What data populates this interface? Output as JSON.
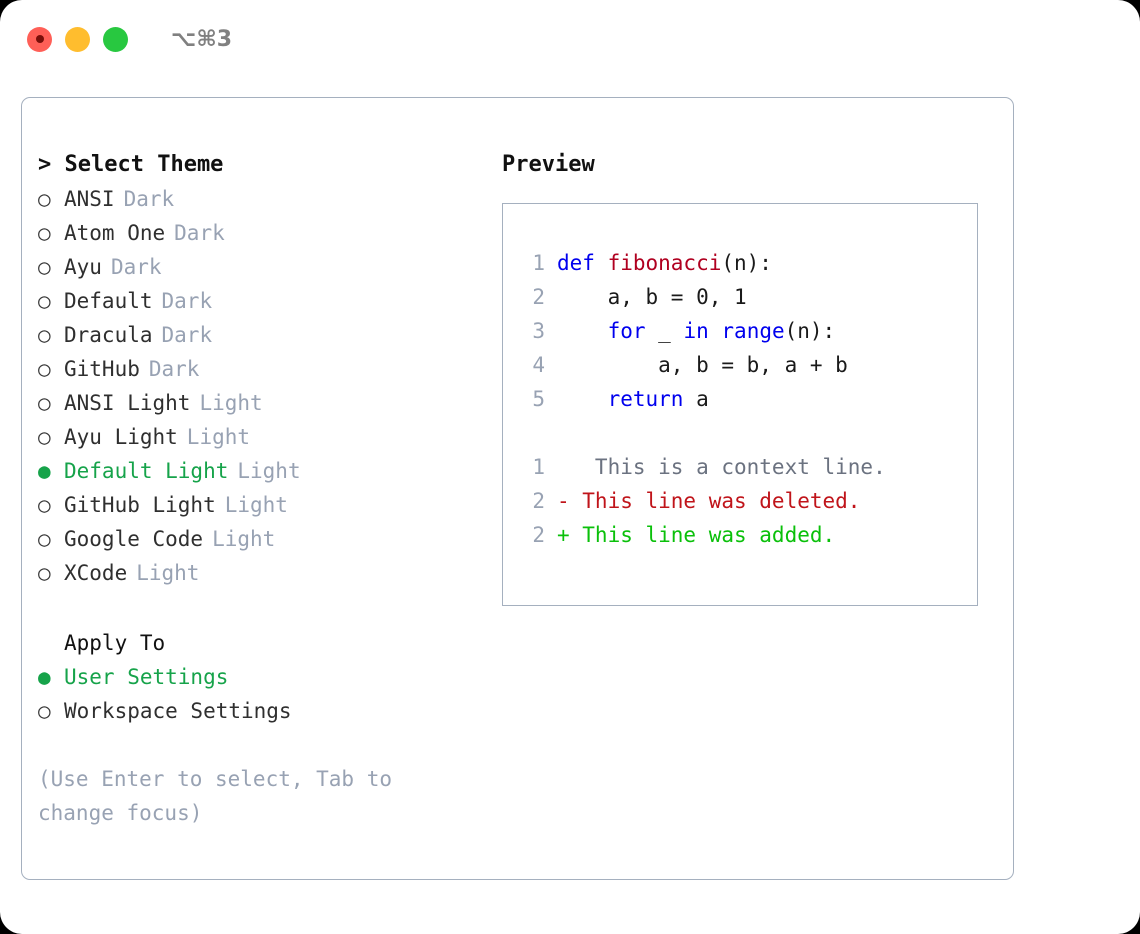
{
  "titlebar": {
    "shortcut": "⌥⌘3",
    "lights": [
      {
        "name": "close",
        "color": "#ff5f57"
      },
      {
        "name": "minimize",
        "color": "#ffbd2e"
      },
      {
        "name": "maximize",
        "color": "#28c840"
      }
    ]
  },
  "theme_picker": {
    "header": "> Select Theme",
    "marker_unselected": "○",
    "marker_selected": "●",
    "items": [
      {
        "label": "ANSI",
        "category": "Dark",
        "selected": false
      },
      {
        "label": "Atom One",
        "category": "Dark",
        "selected": false
      },
      {
        "label": "Ayu",
        "category": "Dark",
        "selected": false
      },
      {
        "label": "Default",
        "category": "Dark",
        "selected": false
      },
      {
        "label": "Dracula",
        "category": "Dark",
        "selected": false
      },
      {
        "label": "GitHub",
        "category": "Dark",
        "selected": false
      },
      {
        "label": "ANSI Light",
        "category": "Light",
        "selected": false
      },
      {
        "label": "Ayu Light",
        "category": "Light",
        "selected": false
      },
      {
        "label": "Default Light",
        "category": "Light",
        "selected": true
      },
      {
        "label": "GitHub Light",
        "category": "Light",
        "selected": false
      },
      {
        "label": "Google Code",
        "category": "Light",
        "selected": false
      },
      {
        "label": "XCode",
        "category": "Light",
        "selected": false
      }
    ]
  },
  "apply_to": {
    "title": "Apply To",
    "items": [
      {
        "label": "User Settings",
        "selected": true
      },
      {
        "label": "Workspace Settings",
        "selected": false
      }
    ]
  },
  "hint": "(Use Enter to select, Tab to change focus)",
  "preview": {
    "title": "Preview",
    "code_lines": [
      {
        "no": "1",
        "tokens": [
          {
            "t": "def ",
            "k": "kw"
          },
          {
            "t": "fibonacci",
            "k": "fn"
          },
          {
            "t": "(n):",
            "k": "plain"
          }
        ]
      },
      {
        "no": "2",
        "tokens": [
          {
            "t": "    a, b = 0, 1",
            "k": "plain"
          }
        ]
      },
      {
        "no": "3",
        "tokens": [
          {
            "t": "    ",
            "k": "plain"
          },
          {
            "t": "for",
            "k": "kw"
          },
          {
            "t": " _ ",
            "k": "plain"
          },
          {
            "t": "in",
            "k": "kw"
          },
          {
            "t": " ",
            "k": "plain"
          },
          {
            "t": "range",
            "k": "kw"
          },
          {
            "t": "(n):",
            "k": "plain"
          }
        ]
      },
      {
        "no": "4",
        "tokens": [
          {
            "t": "        a, b = b, a + b",
            "k": "plain"
          }
        ]
      },
      {
        "no": "5",
        "tokens": [
          {
            "t": "    ",
            "k": "plain"
          },
          {
            "t": "return",
            "k": "kw"
          },
          {
            "t": " a",
            "k": "plain"
          }
        ]
      }
    ],
    "diff_lines": [
      {
        "no": "1",
        "sign": " ",
        "text": "  This is a context line.",
        "kind": "ctx"
      },
      {
        "no": "2",
        "sign": "-",
        "text": " This line was deleted.",
        "kind": "del"
      },
      {
        "no": "2",
        "sign": "+",
        "text": " This line was added.",
        "kind": "add"
      }
    ]
  },
  "colors": {
    "accent_green": "#16a34a",
    "muted": "#98a2b3",
    "keyword_blue": "#0000ee",
    "function_red": "#b00020",
    "diff_delete": "#c0141a",
    "diff_add": "#0ac00a",
    "border": "#a5b0bf"
  }
}
